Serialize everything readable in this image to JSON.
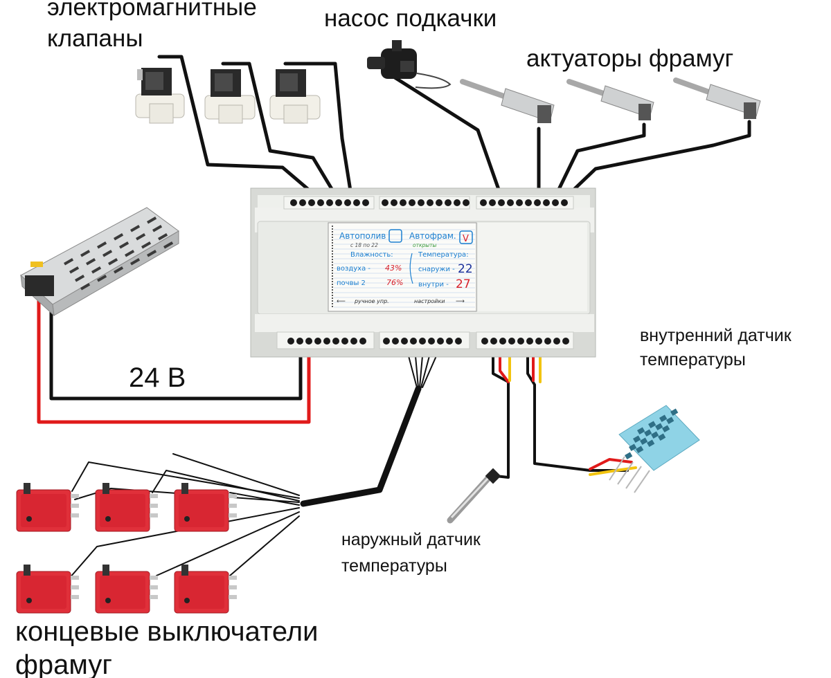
{
  "labels": {
    "valves": [
      "электромагнитные",
      "клапаны"
    ],
    "pump": "насос подкачки",
    "actuators": "актуаторы фрамуг",
    "power": "24 В",
    "inner_sensor": [
      "внутренний датчик",
      "температуры"
    ],
    "outer_sensor": [
      "наружный датчик",
      "температуры"
    ],
    "limit_switches": [
      "концевые выключатели",
      "фрамуг"
    ]
  },
  "screen": {
    "autowater_label": "Автополив",
    "autovent_label": "Автофрам.",
    "autovent_check": "V",
    "schedule": "с 18 по 22",
    "vent_state": "открыты",
    "humidity_title": "Влажность:",
    "air_label": "воздуха -",
    "air_value": "43%",
    "soil_label": "почвы 2",
    "soil_value": "76%",
    "temp_title": "Температура:",
    "outside_label": "снаружи -",
    "outside_value": "22",
    "inside_label": "внутри -",
    "inside_value": "27",
    "manual_label": "ручное упр.",
    "settings_label": "настройки"
  },
  "colors": {
    "wire_black": "#111111",
    "wire_red": "#e01a1a",
    "wire_yellow": "#f2c40f",
    "controller_body": "#e9ebe7",
    "switch_red": "#e0303a",
    "sensor_blue": "#8fd3e6",
    "screen_blue": "#1b7fd0",
    "screen_red": "#d8202a",
    "screen_navy": "#1a2f9a",
    "screen_green": "#3a9a3a"
  }
}
